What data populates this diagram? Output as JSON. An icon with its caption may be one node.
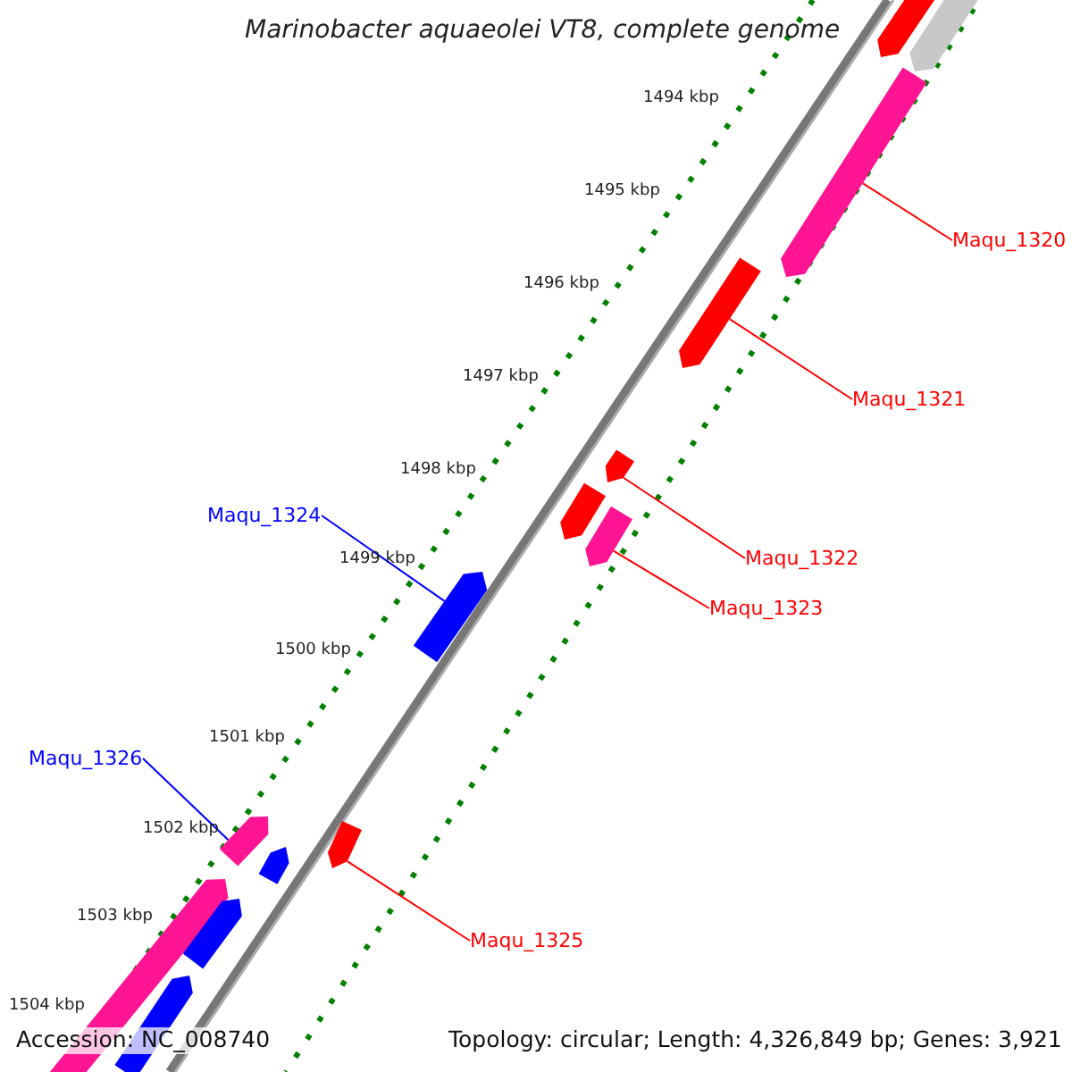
{
  "diagram": {
    "title": "Marinobacter aquaeolei VT8, complete genome",
    "nodes": [
      {
        "text": [
          "Maqu_1320"
        ]
      },
      {
        "text": [
          "Maqu_1321"
        ]
      },
      {
        "text": [
          "Maqu_1322"
        ]
      },
      {
        "text": [
          "Maqu_1323"
        ]
      },
      {
        "text": [
          "Maqu_1324"
        ]
      },
      {
        "text": [
          "Maqu_1325"
        ]
      },
      {
        "text": [
          "Maqu_1326"
        ]
      },
      {
        "text": [],
        "shape": "bar"
      },
      {
        "text": [],
        "shape": "bar"
      },
      {
        "text": [],
        "shape": "bar"
      },
      {
        "text": [],
        "shape": "bar"
      },
      {
        "text": [],
        "shape": "bar"
      },
      {
        "text": [],
        "shape": "bar"
      },
      {
        "text": [],
        "shape": "bar"
      },
      {
        "text": [],
        "shape": "bar"
      },
      {
        "text": [],
        "shape": "bar"
      },
      {
        "text": [],
        "shape": "bar"
      },
      {
        "text": [],
        "shape": "bar"
      },
      {
        "text": [],
        "shape": "bar"
      },
      {
        "text": [],
        "shape": "bar"
      },
      {
        "text": [],
        "shape": "bar"
      }
    ],
    "edges": [
      {
        "from": 0,
        "to": 9,
        "arrow": "none"
      },
      {
        "from": 1,
        "to": 10,
        "arrow": "none"
      },
      {
        "from": 2,
        "to": 11,
        "arrow": "none"
      },
      {
        "from": 3,
        "to": 13,
        "arrow": "none"
      },
      {
        "from": 4,
        "to": 14,
        "arrow": "none",
        "color": "#0000ff"
      },
      {
        "from": 5,
        "to": 16,
        "arrow": "none"
      },
      {
        "from": 6,
        "to": 15,
        "arrow": "none",
        "color": "#0000ff"
      }
    ],
    "labels": [
      "1494 kbp",
      "1495 kbp",
      "1496 kbp",
      "1497 kbp",
      "1498 kbp",
      "1499 kbp",
      "1500 kbp",
      "1501 kbp",
      "1502 kbp",
      "1503 kbp",
      "1504 kbp",
      "Accession: NC_008740",
      "Topology: circular; Length: 4,326,849 bp; Genes: 3,921"
    ]
  }
}
